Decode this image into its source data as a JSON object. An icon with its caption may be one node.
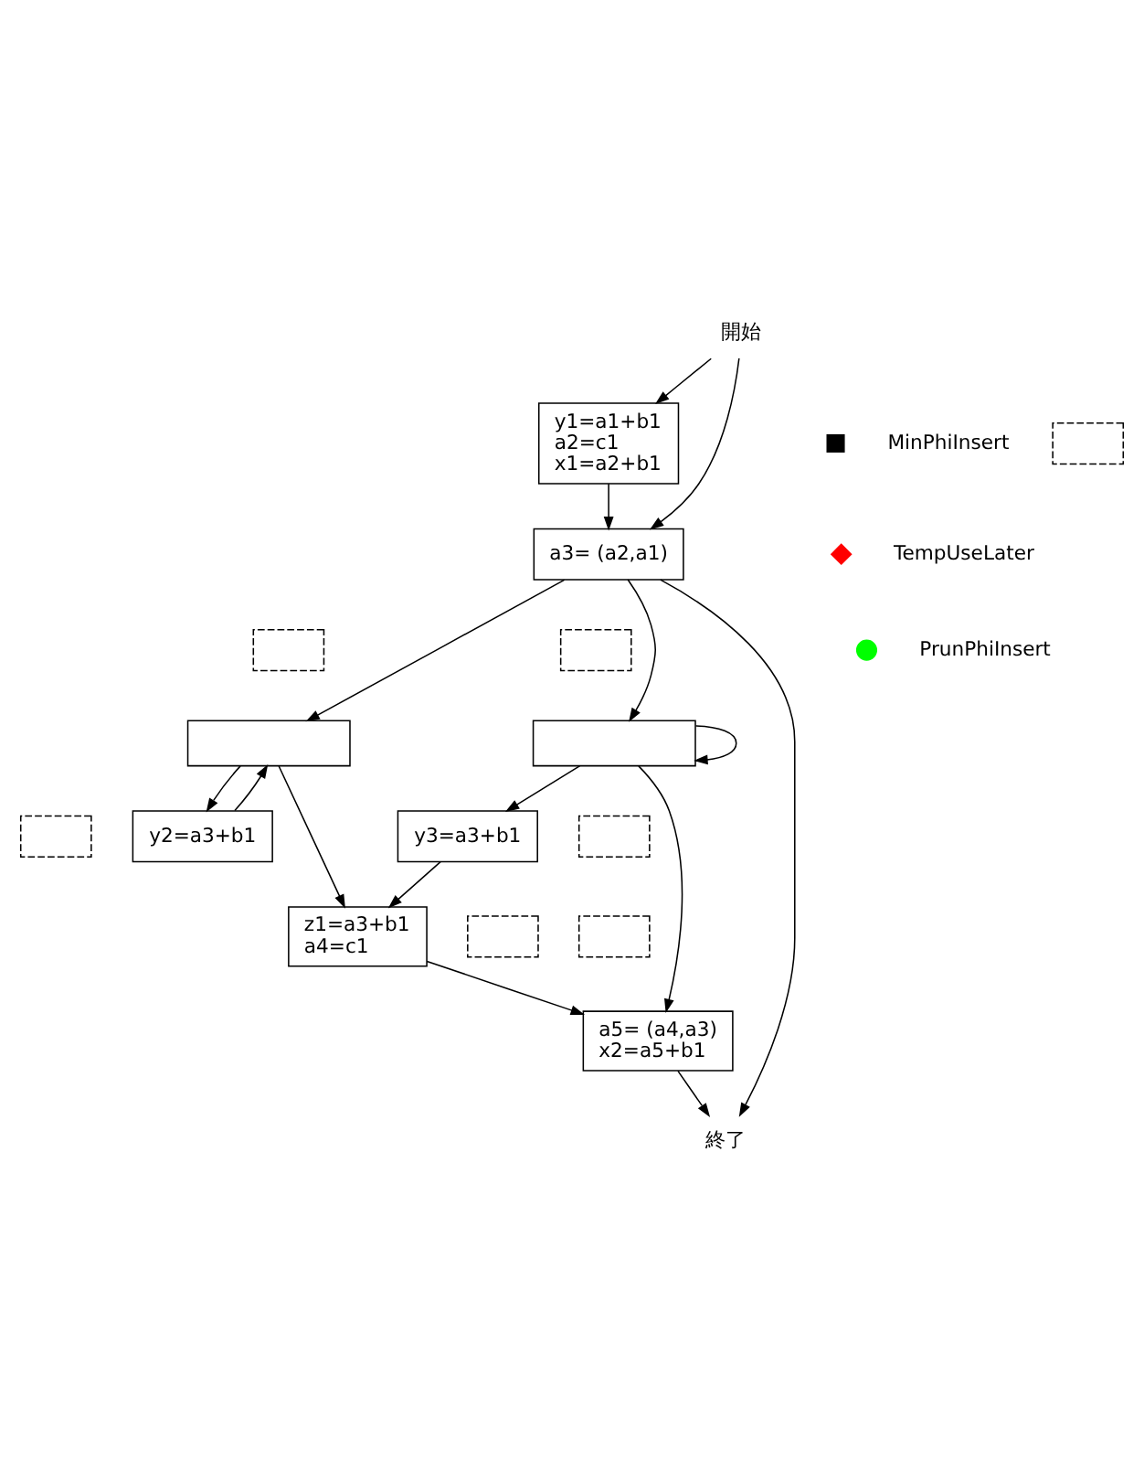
{
  "diagram": {
    "nodes": [
      {
        "text": [
          "開始"
        ]
      },
      {
        "text": [
          "y1=a1+b1",
          "a2=c1",
          "x1=a2+b1"
        ]
      },
      {
        "text": [],
        "shape": "box"
      },
      {
        "text": [
          "a3= (a2,a1)"
        ]
      },
      {
        "text": [],
        "shape": "box"
      },
      {
        "text": [],
        "shape": "box"
      },
      {
        "text": [],
        "shape": "box"
      },
      {
        "text": [],
        "shape": "box"
      },
      {
        "text": [],
        "shape": "box"
      },
      {
        "text": [],
        "shape": "box"
      },
      {
        "text": [
          "y2=a3+b1"
        ]
      },
      {
        "text": [
          "y3=a3+b1"
        ]
      },
      {
        "text": [],
        "shape": "box"
      },
      {
        "text": [],
        "shape": "box"
      },
      {
        "text": [
          "z1=a3+b1",
          "a4=c1"
        ]
      },
      {
        "text": [
          "a5= (a4,a3)",
          "x2=a5+b1"
        ]
      },
      {
        "text": [
          "終了"
        ]
      }
    ],
    "edges": [
      {
        "from": 0,
        "to": 1,
        "arrow": "to"
      },
      {
        "from": 0,
        "to": 3,
        "arrow": "to"
      },
      {
        "from": 1,
        "to": 3,
        "arrow": "to"
      },
      {
        "from": 3,
        "to": 6,
        "arrow": "to"
      },
      {
        "from": 3,
        "to": 7,
        "arrow": "to"
      },
      {
        "from": 3,
        "to": 16,
        "arrow": "to"
      },
      {
        "from": 6,
        "to": 10,
        "arrow": "to"
      },
      {
        "from": 6,
        "to": 14,
        "arrow": "to"
      },
      {
        "from": 10,
        "to": 6,
        "arrow": "to"
      },
      {
        "from": 7,
        "to": 11,
        "arrow": "to"
      },
      {
        "from": 7,
        "to": 7,
        "arrow": "to"
      },
      {
        "from": 7,
        "to": 15,
        "arrow": "to"
      },
      {
        "from": 11,
        "to": 14,
        "arrow": "to"
      },
      {
        "from": 14,
        "to": 15,
        "arrow": "to"
      },
      {
        "from": 15,
        "to": 16,
        "arrow": "to"
      }
    ],
    "legend": [
      {
        "text": "MinPhiInsert",
        "color": "#000000"
      },
      {
        "text": "TempUseLater",
        "color": "#ff0000"
      },
      {
        "text": "PrunPhiInsert",
        "color": "#00ff00"
      }
    ]
  }
}
